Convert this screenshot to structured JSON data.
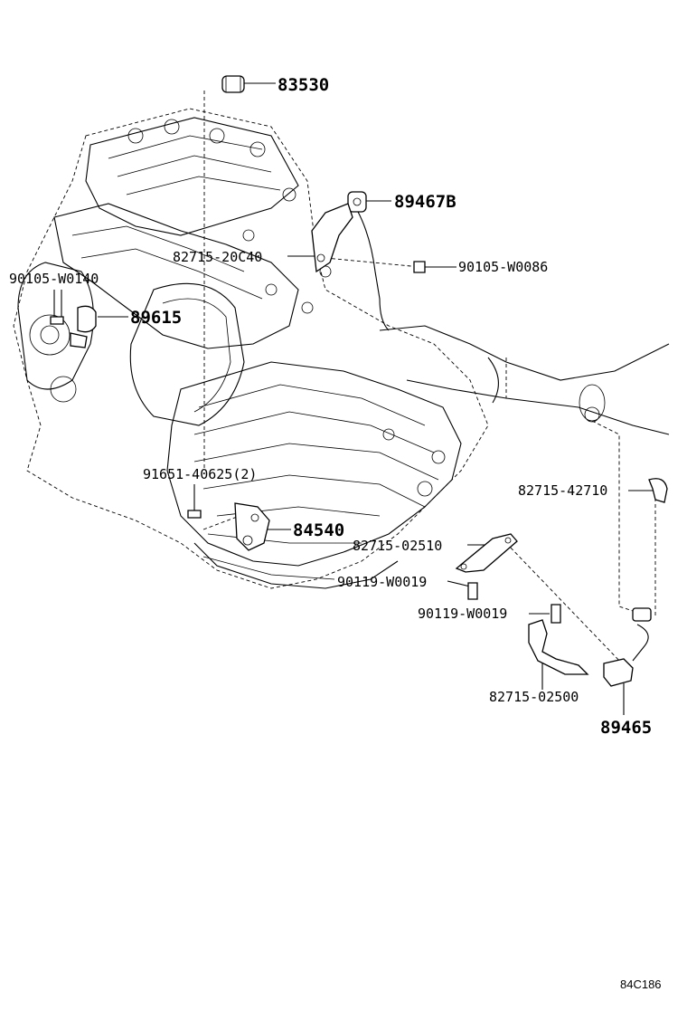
{
  "callouts": [
    {
      "id": "p83530",
      "text": "83530"
    },
    {
      "id": "p89467b",
      "text": "89467B"
    },
    {
      "id": "p82715_20c40",
      "text": "82715-20C40"
    },
    {
      "id": "p90105_w0086",
      "text": "90105-W0086"
    },
    {
      "id": "p90105_w0140",
      "text": "90105-W0140"
    },
    {
      "id": "p89615",
      "text": "89615"
    },
    {
      "id": "p91651_40625",
      "text": "91651-40625(2)"
    },
    {
      "id": "p84540",
      "text": "84540"
    },
    {
      "id": "p82715_02510",
      "text": "82715-02510"
    },
    {
      "id": "p90119_w0019_a",
      "text": "90119-W0019"
    },
    {
      "id": "p82715_42710",
      "text": "82715-42710"
    },
    {
      "id": "p90119_w0019_b",
      "text": "90119-W0019"
    },
    {
      "id": "p82715_02500",
      "text": "82715-02500"
    },
    {
      "id": "p89465",
      "text": "89465"
    }
  ],
  "footer": {
    "code": "84C186"
  }
}
